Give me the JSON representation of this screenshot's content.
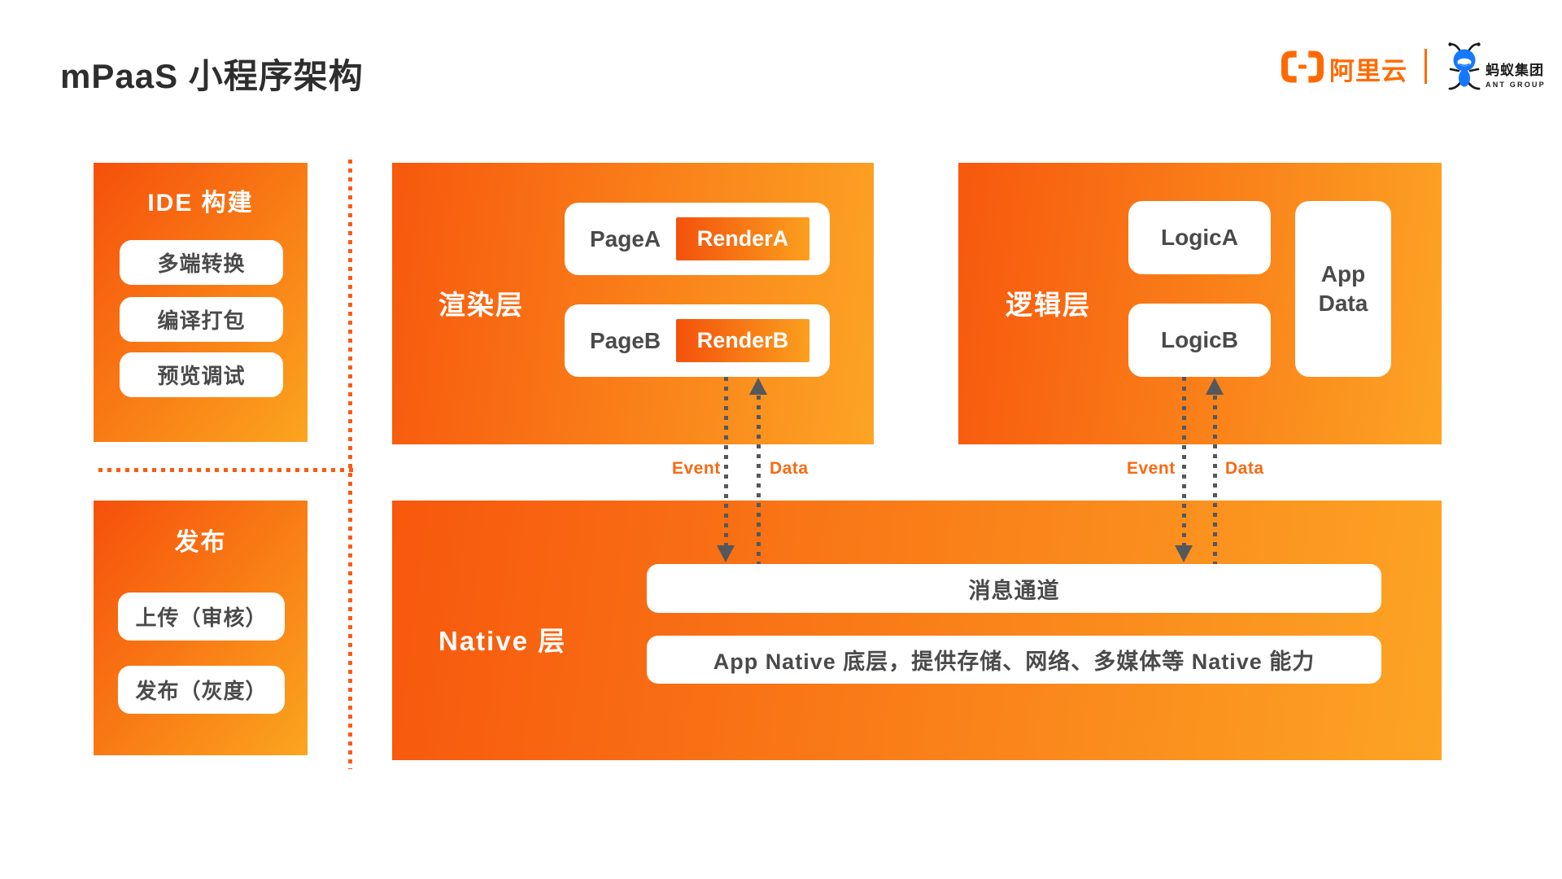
{
  "page": {
    "title": "mPaaS 小程序架构"
  },
  "header": {
    "alicloud_text": "阿里云",
    "antgroup_text": "蚂蚁集团",
    "antgroup_subtext": "ANT GROUP"
  },
  "left_column": {
    "ide_box": {
      "title": "IDE 构建",
      "items": [
        "多端转换",
        "编译打包",
        "预览调试"
      ]
    },
    "publish_box": {
      "title": "发布",
      "items": [
        "上传（审核）",
        "发布（灰度）"
      ]
    }
  },
  "render_layer": {
    "label": "渲染层",
    "rows": [
      {
        "page": "PageA",
        "render": "RenderA"
      },
      {
        "page": "PageB",
        "render": "RenderB"
      }
    ]
  },
  "logic_layer": {
    "label": "逻辑层",
    "blocks": [
      "LogicA",
      "LogicB"
    ],
    "app_data": "App Data"
  },
  "native_layer": {
    "label": "Native 层",
    "message_channel": "消息通道",
    "capability_bar": "App Native 底层，提供存储、网络、多媒体等 Native 能力"
  },
  "arrow_labels": {
    "render_event": "Event",
    "render_data": "Data",
    "logic_event": "Event",
    "logic_data": "Data"
  },
  "colors": {
    "brand_orange": "#ff6a00",
    "gradient_start": "#f6500b",
    "gradient_end": "#fca424",
    "text_dark": "#4a4a4a",
    "arrow_gray": "#54585c",
    "flow_label_orange": "#f76a12",
    "ant_blue": "#1678ff"
  }
}
